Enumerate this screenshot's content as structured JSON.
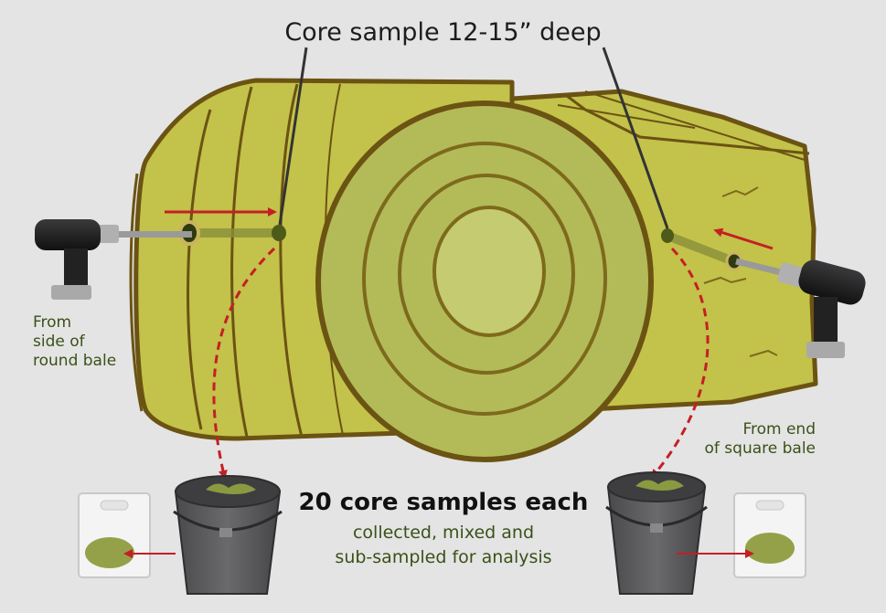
{
  "diagram": {
    "title": "Core sample 12-15” deep",
    "round_bale_label": [
      "From",
      "side of",
      "round bale"
    ],
    "square_bale_label": [
      "From end",
      "of square bale"
    ],
    "summary": {
      "headline": "20 core samples each",
      "detail": [
        "collected, mixed and",
        "sub-sampled for analysis"
      ]
    }
  },
  "colors": {
    "background": "#e4e4e4",
    "hay": "#c3c24a",
    "hay_outline": "#6b5313",
    "bale_face": "#b3bb58",
    "sample_arrow": "#c41f25",
    "label_green": "#3a5118",
    "bucket": "#58585a"
  }
}
